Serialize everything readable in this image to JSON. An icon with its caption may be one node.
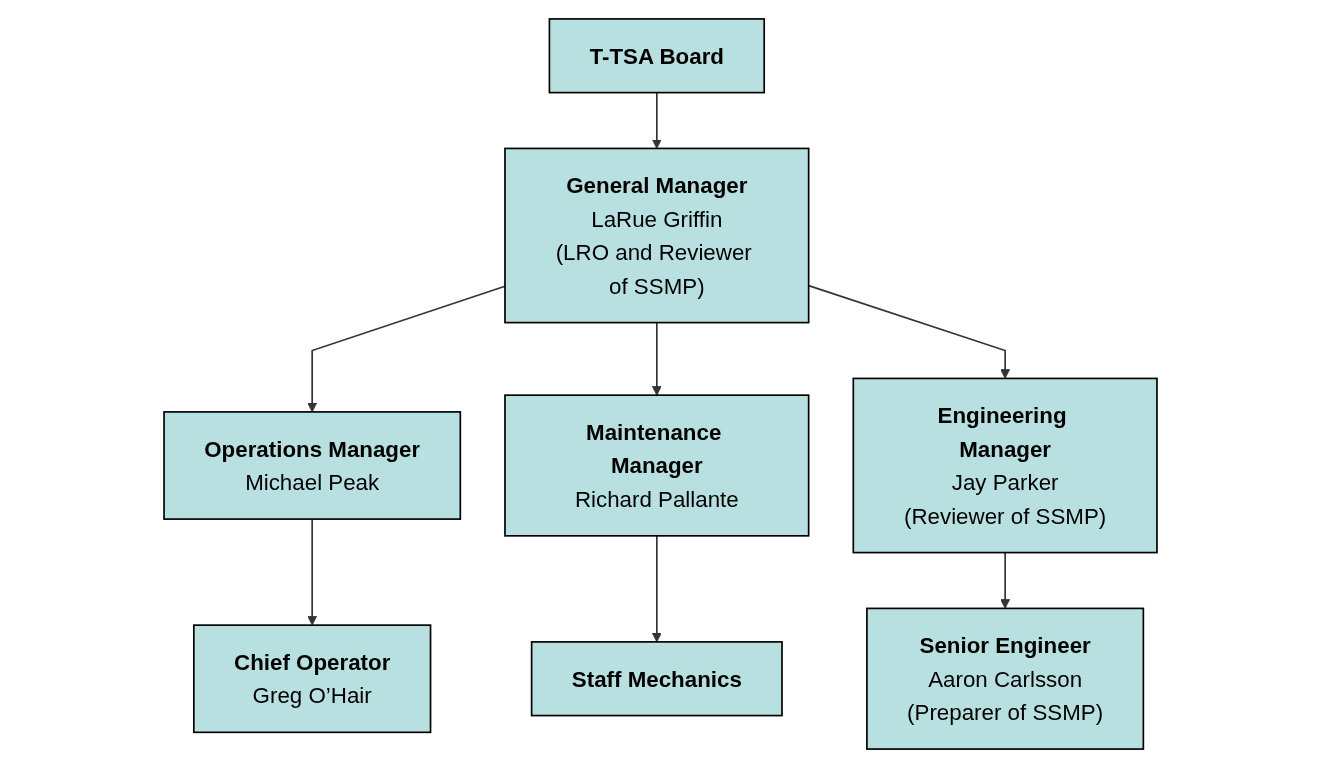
{
  "diagram": {
    "nodes": [
      {
        "text": [
          "T-TSA Board"
        ]
      },
      {
        "text": [
          "General Manager",
          "LaRue Griffin",
          "(LRO and Reviewer of SSMP)"
        ]
      },
      {
        "text": [
          "Operations Manager",
          "Michael Peak"
        ]
      },
      {
        "text": [
          "Maintenance Manager",
          "Richard Pallante"
        ]
      },
      {
        "text": [
          "Engineering Manager",
          "Jay Parker",
          "(Reviewer of SSMP)"
        ]
      },
      {
        "text": [
          "Chief Operator",
          "Greg O’Hair"
        ]
      },
      {
        "text": [
          "Staff Mechanics"
        ]
      },
      {
        "text": [
          "Senior Engineer",
          "Aaron Carlsson",
          "(Preparer of SSMP)"
        ]
      }
    ],
    "edges": [
      {
        "from": 0,
        "to": 1,
        "arrow": "to"
      },
      {
        "from": 1,
        "to": 2,
        "arrow": "to"
      },
      {
        "from": 1,
        "to": 3,
        "arrow": "to"
      },
      {
        "from": 1,
        "to": 4,
        "arrow": "to"
      },
      {
        "from": 2,
        "to": 5,
        "arrow": "to"
      },
      {
        "from": 3,
        "to": 6,
        "arrow": "to"
      },
      {
        "from": 4,
        "to": 7,
        "arrow": "to"
      }
    ]
  }
}
